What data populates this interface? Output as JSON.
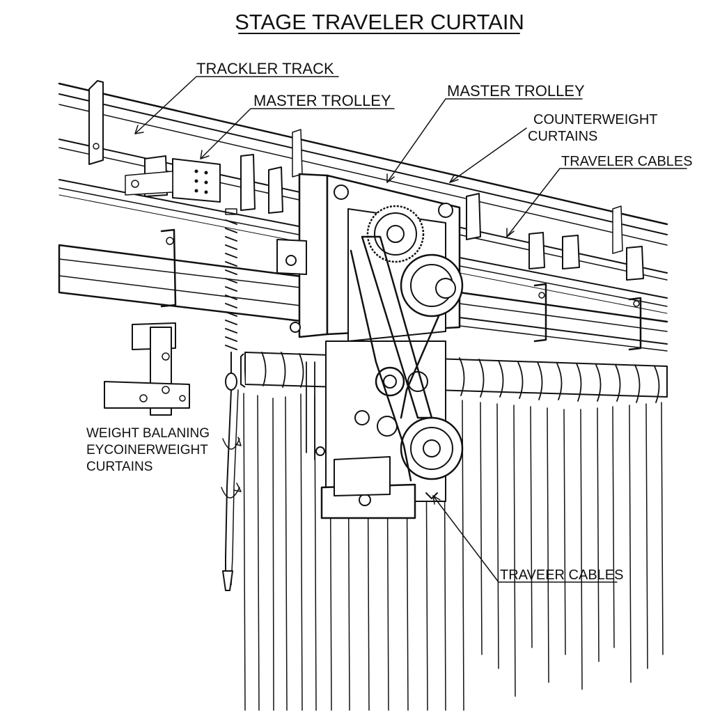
{
  "title": "STAGE TRAVELER CURTAIN",
  "labels": {
    "trackler_track": "TRACKLER TRACK",
    "master_trolley_left": "MASTER TROLLEY",
    "master_trolley_right": "MASTER TROLLEY",
    "counterweight_line1": "COUNTERWEIGHT",
    "counterweight_line2": "CURTAINS",
    "traveler_cables": "TRAVELER CABLES",
    "weight_line1": "WEIGHT BALANING",
    "weight_line2": "EYCOINERWEIGHT",
    "weight_line3": "CURTAINS",
    "traveer_cables": "TRAVEER CABLES"
  },
  "colors": {
    "ink": "#111111",
    "paper": "#ffffff"
  }
}
